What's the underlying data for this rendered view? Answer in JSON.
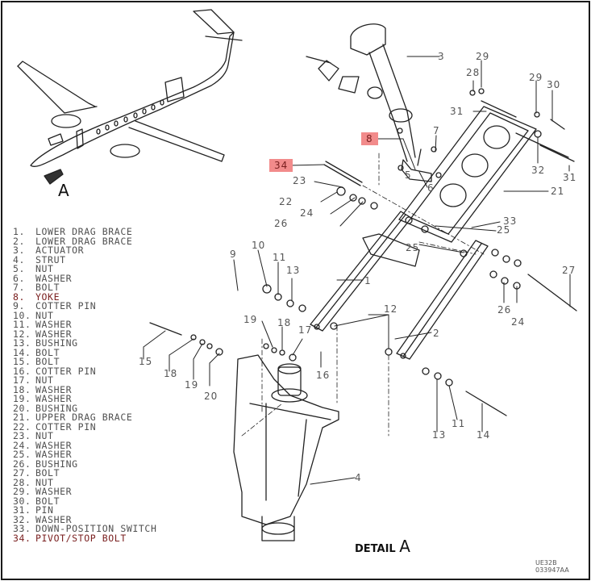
{
  "figure": {
    "detail_label": "DETAIL",
    "detail_letter": "A",
    "view_arrow_letter": "A",
    "reference_codes": [
      "UE32B",
      "033947AA"
    ]
  },
  "highlight_color": "#f28b8b",
  "parts_list": [
    {
      "num": "1.",
      "name": "LOWER DRAG BRACE"
    },
    {
      "num": "2.",
      "name": "LOWER DRAG BRACE"
    },
    {
      "num": "3.",
      "name": "ACTUATOR"
    },
    {
      "num": "4.",
      "name": "STRUT"
    },
    {
      "num": "5.",
      "name": "NUT"
    },
    {
      "num": "6.",
      "name": "WASHER"
    },
    {
      "num": "7.",
      "name": "BOLT"
    },
    {
      "num": "8.",
      "name": "YOKE",
      "highlighted": true
    },
    {
      "num": "9.",
      "name": "COTTER PIN"
    },
    {
      "num": "10.",
      "name": "NUT"
    },
    {
      "num": "11.",
      "name": "WASHER"
    },
    {
      "num": "12.",
      "name": "WASHER"
    },
    {
      "num": "13.",
      "name": "BUSHING"
    },
    {
      "num": "14.",
      "name": "BOLT"
    },
    {
      "num": "15.",
      "name": "BOLT"
    },
    {
      "num": "16.",
      "name": "COTTER PIN"
    },
    {
      "num": "17.",
      "name": "NUT"
    },
    {
      "num": "18.",
      "name": "WASHER"
    },
    {
      "num": "19.",
      "name": "WASHER"
    },
    {
      "num": "20.",
      "name": "BUSHING"
    },
    {
      "num": "21.",
      "name": "UPPER DRAG BRACE"
    },
    {
      "num": "22.",
      "name": "COTTER PIN"
    },
    {
      "num": "23.",
      "name": "NUT"
    },
    {
      "num": "24.",
      "name": "WASHER"
    },
    {
      "num": "25.",
      "name": "WASHER"
    },
    {
      "num": "26.",
      "name": "BUSHING"
    },
    {
      "num": "27.",
      "name": "BOLT"
    },
    {
      "num": "28.",
      "name": "NUT"
    },
    {
      "num": "29.",
      "name": "WASHER"
    },
    {
      "num": "30.",
      "name": "BOLT"
    },
    {
      "num": "31.",
      "name": "PIN"
    },
    {
      "num": "32.",
      "name": "WASHER"
    },
    {
      "num": "33.",
      "name": "DOWN-POSITION SWITCH"
    },
    {
      "num": "34.",
      "name": "PIVOT/STOP BOLT",
      "highlighted": true
    }
  ],
  "callouts": {
    "c1": "1",
    "c2": "2",
    "c3": "3",
    "c4": "4",
    "c5": "5",
    "c6": "6",
    "c7": "7",
    "c8": "8",
    "c9": "9",
    "c10": "10",
    "c11a": "11",
    "c11b": "11",
    "c12": "12",
    "c13a": "13",
    "c13b": "13",
    "c14": "14",
    "c15": "15",
    "c16": "16",
    "c17": "17",
    "c18a": "18",
    "c18b": "18",
    "c19a": "19",
    "c19b": "19",
    "c20": "20",
    "c21": "21",
    "c22": "22",
    "c23": "23",
    "c24a": "24",
    "c24b": "24",
    "c25a": "25",
    "c25b": "25",
    "c26a": "26",
    "c26b": "26",
    "c27": "27",
    "c28": "28",
    "c29a": "29",
    "c29b": "29",
    "c30": "30",
    "c31a": "31",
    "c31b": "31",
    "c32": "32",
    "c33": "33",
    "c34": "34"
  }
}
